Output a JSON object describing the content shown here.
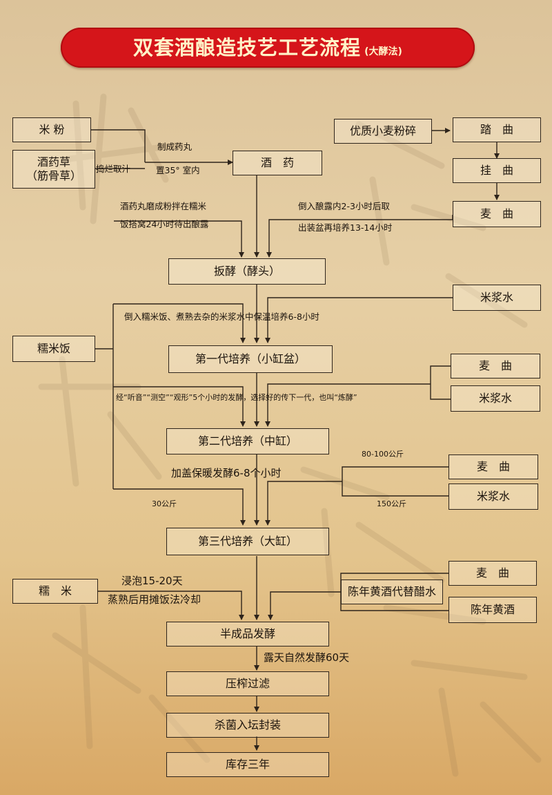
{
  "title": {
    "main": "双套酒酿造技艺工艺流程",
    "sub": "(大酵法)"
  },
  "boxes": {
    "mifen": "米 粉",
    "jiuyaocao_1": "酒药草",
    "jiuyaocao_2": "（筋骨草）",
    "jiuyao": "酒　药",
    "xiaomai": "优质小麦粉碎",
    "caiqu": "踏　曲",
    "guaqu": "挂　曲",
    "maiqu_1": "麦　曲",
    "banjiao": "扳酵（酵头）",
    "mijiangshui_1": "米浆水",
    "nuomifan": "糯米饭",
    "gen1": "第一代培养（小缸盆）",
    "maiqu_2": "麦　曲",
    "mijiangshui_2": "米浆水",
    "gen2": "第二代培养（中缸）",
    "maiqu_3": "麦　曲",
    "mijiangshui_3": "米浆水",
    "gen3": "第三代培养（大缸）",
    "nuomi": "糯　米",
    "maiqu_4": "麦　曲",
    "chenhuangjiu": "陈年黄酒",
    "daiti": "陈年黄酒代替醋水",
    "banchengpin": "半成品发酵",
    "yazha": "压榨过滤",
    "shajun": "杀菌入坛封装",
    "kucun": "库存三年"
  },
  "labels": {
    "daolanquzhi": "捣烂取汁",
    "zhicheng": "制成药丸",
    "zhi35": "置35°  室内",
    "yaowan_1": "酒药丸磨成粉拌在糯米",
    "yaowan_2": "饭搭窝24小时待出酿露",
    "daoru_1": "倒入酿露内2-3小时后取",
    "daoru_2": "出装盆再培养13-14小时",
    "daoru_nuomi": "倒入糯米饭、煮熟去杂的米浆水中保温培养6-8小时",
    "jing": "经“听音”“测空”“观形”5个小时的发酵，选择好的传下一代，也叫“炼酵”",
    "jiagai": "加盖保暖发酵6-8个小时",
    "kg80": "80-100公斤",
    "kg150": "150公斤",
    "kg30": "30公斤",
    "jinpao": "浸泡15-20天",
    "zhengshu": "蒸熟后用摊饭法冷却",
    "lutian": "露天自然发酵60天"
  },
  "colors": {
    "banner": "#d5151a",
    "banner_text": "#fff3c8",
    "line": "#2e241b",
    "background": "#e2c795"
  }
}
